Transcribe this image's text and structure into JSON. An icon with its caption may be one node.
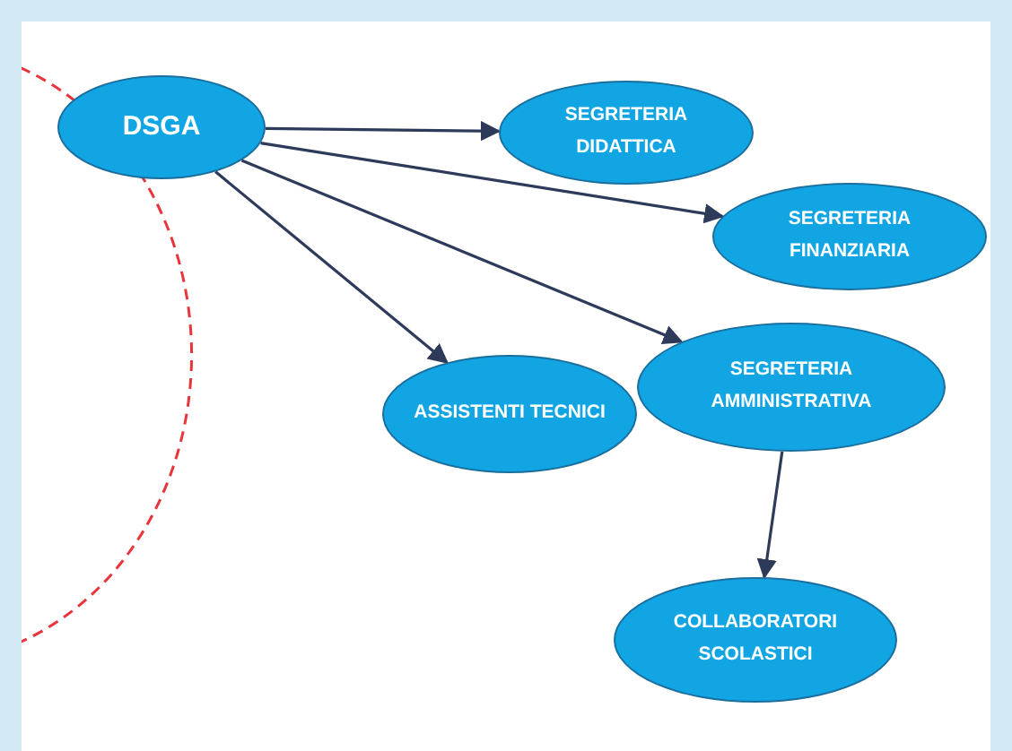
{
  "diagram": {
    "nodes": [
      {
        "text": [
          "DSGA"
        ]
      },
      {
        "text": [
          "SEGRETERIA DIDATTICA"
        ]
      },
      {
        "text": [
          "SEGRETERIA FINANZIARIA"
        ]
      },
      {
        "text": [
          "ASSISTENTI TECNICI"
        ]
      },
      {
        "text": [
          "SEGRETERIA AMMINISTRATIVA"
        ]
      },
      {
        "text": [
          "COLLABORATORI SCOLASTICI"
        ]
      }
    ],
    "edges": [
      {
        "from": 0,
        "to": 1,
        "arrow": "to"
      },
      {
        "from": 0,
        "to": 2,
        "arrow": "to"
      },
      {
        "from": 0,
        "to": 4,
        "arrow": "to"
      },
      {
        "from": 0,
        "to": 3,
        "arrow": "to"
      },
      {
        "from": 4,
        "to": 5,
        "arrow": "to"
      }
    ]
  }
}
